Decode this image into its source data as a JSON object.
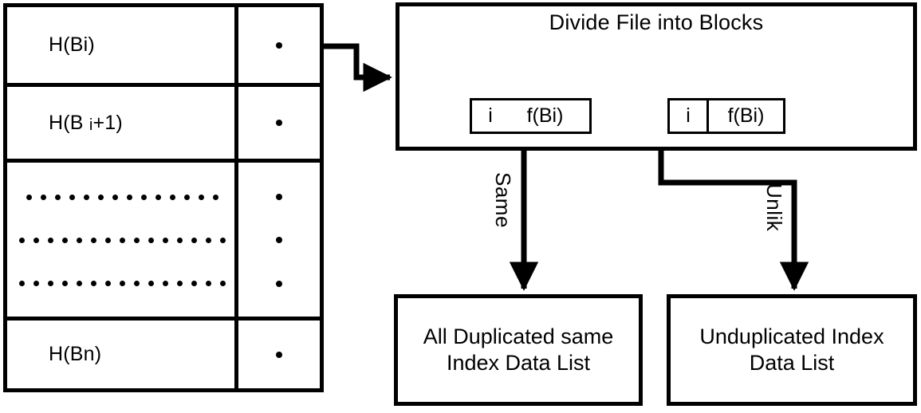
{
  "diagram": {
    "title": "Divide File into Blocks",
    "hash_table": {
      "rows": [
        {
          "label_main": "H(Bi)",
          "label_sub": "",
          "marker": "•"
        },
        {
          "label_main": "H(B ",
          "label_sub": "i",
          "label_tail": "+1)",
          "marker": "•"
        },
        {
          "label_main": "dot-leader",
          "marker": "•"
        },
        {
          "label_main": "dot-leader",
          "marker": "•"
        },
        {
          "label_main": "dot-leader",
          "marker": "•"
        },
        {
          "label_main": "H(Bn)",
          "label_sub": "",
          "marker": "•"
        }
      ],
      "dot_leader_counts": [
        14,
        15,
        15
      ],
      "merged_marker_count": 3
    },
    "process_box": {
      "title": "Divide File into Blocks",
      "tuple_left": {
        "index": "i",
        "value": "f(Bi)",
        "divided": false
      },
      "tuple_right": {
        "index": "i",
        "value": "f(Bi)",
        "divided": true
      }
    },
    "edges": [
      {
        "name": "same-edge",
        "label": "Same"
      },
      {
        "name": "unlike-edge",
        "label": "Unlik"
      }
    ],
    "results": [
      {
        "name": "duplicated",
        "line1": "All  Duplicated same",
        "line2": "Index Data List"
      },
      {
        "name": "unduplicated",
        "line1": "Unduplicated Index",
        "line2": "Data List"
      }
    ],
    "colors": {
      "stroke": "#000000",
      "background": "#ffffff"
    }
  }
}
